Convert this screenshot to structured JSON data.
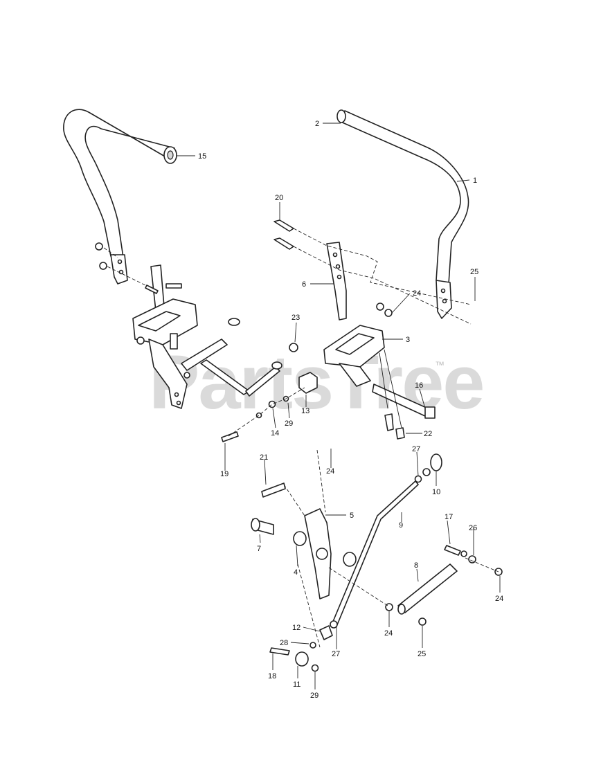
{
  "watermark": {
    "text": "PartsTree",
    "trademark": "™"
  },
  "callouts": {
    "c1": "1",
    "c2": "2",
    "c3": "3",
    "c4": "4",
    "c5": "5",
    "c6": "6",
    "c7": "7",
    "c8": "8",
    "c9": "9",
    "c10": "10",
    "c11": "11",
    "c12": "12",
    "c13": "13",
    "c14": "14",
    "c15": "15",
    "c16": "16",
    "c17": "17",
    "c18": "18",
    "c19": "19",
    "c20": "20",
    "c21": "21",
    "c22": "22",
    "c23": "23",
    "c24a": "24",
    "c24b": "24",
    "c24c": "24",
    "c24d": "24",
    "c25a": "25",
    "c25b": "25",
    "c26": "26",
    "c27a": "27",
    "c27b": "27",
    "c28": "28",
    "c29a": "29",
    "c29b": "29"
  }
}
